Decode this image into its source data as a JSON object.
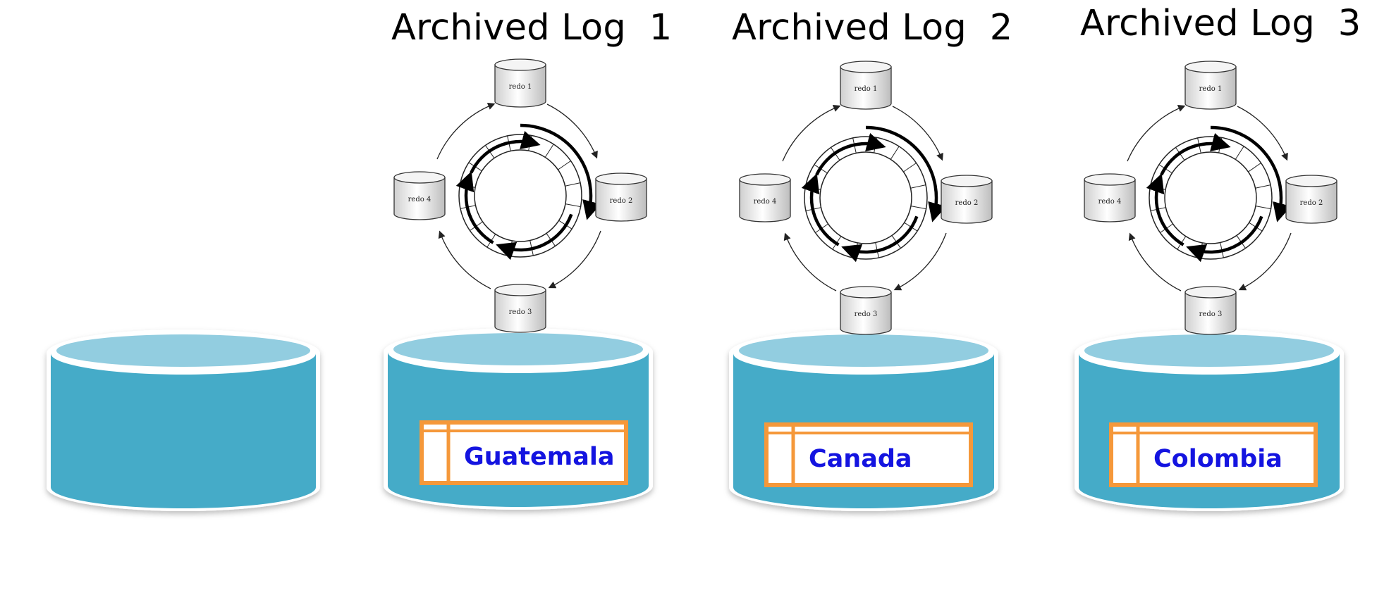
{
  "logs": [
    {
      "title": "Archived Log  1",
      "country": "Guatemala"
    },
    {
      "title": "Archived Log  2",
      "country": "Canada"
    },
    {
      "title": "Archived Log  3",
      "country": "Colombia"
    }
  ],
  "redo_labels": [
    "redo 1",
    "redo 2",
    "redo 3",
    "redo 4"
  ],
  "colors": {
    "db_body": "#45abc8",
    "db_top": "#92cde0",
    "record_border": "#f5983a",
    "country_text": "#1414e0"
  }
}
